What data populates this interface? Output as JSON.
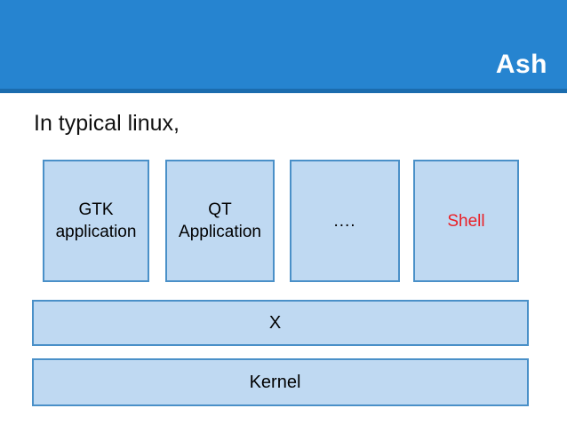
{
  "header": {
    "title": "Ash",
    "background_color": "#2684d0",
    "rule_color": "#1b6cae",
    "title_color": "#ffffff"
  },
  "body": {
    "heading": "In typical linux,"
  },
  "diagram": {
    "box_fill_color": "#bfd9f2",
    "box_border_color": "#4a90c8",
    "highlight_color": "#ea1f26",
    "application_row": [
      {
        "label": "GTK\napplication",
        "name": "gtk-application"
      },
      {
        "label": "QT\nApplication",
        "name": "qt-application"
      },
      {
        "label": "....",
        "name": "other-applications"
      },
      {
        "label": "Shell",
        "name": "shell"
      }
    ],
    "layers": [
      {
        "label": "X",
        "name": "x-server"
      },
      {
        "label": "Kernel",
        "name": "kernel"
      }
    ]
  }
}
